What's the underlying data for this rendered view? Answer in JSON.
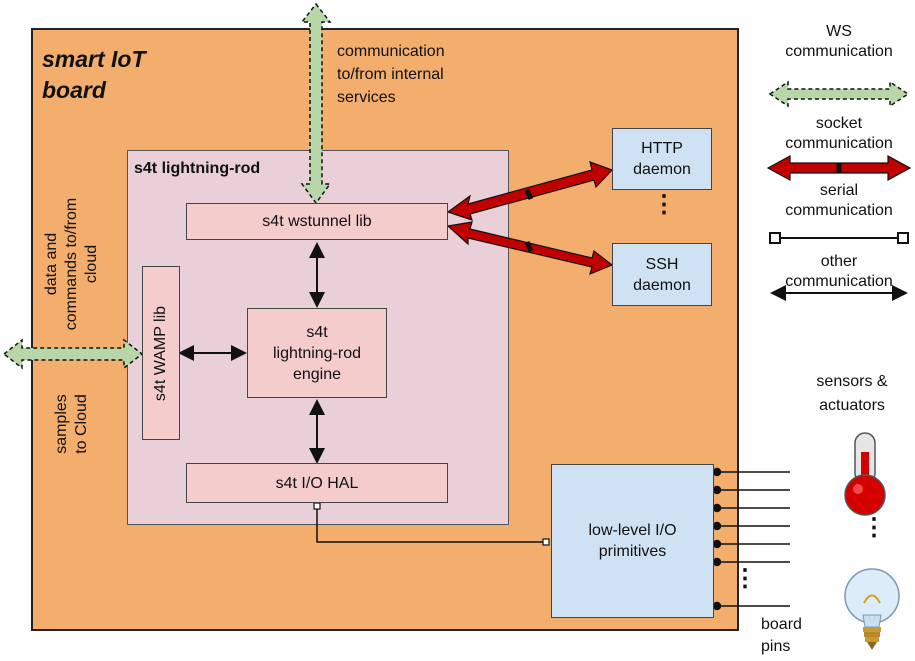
{
  "board": {
    "title_line1": "smart IoT",
    "title_line2": "board"
  },
  "lightning_rod": {
    "title": "s4t lightning-rod"
  },
  "components": {
    "wstunnel": "s4t wstunnel lib",
    "wamp": "s4t WAMP lib",
    "engine_line1": "s4t",
    "engine_line2": "lightning-rod",
    "engine_line3": "engine",
    "io_hal": "s4t I/O HAL",
    "http_line1": "HTTP",
    "http_line2": "daemon",
    "ssh_line1": "SSH",
    "ssh_line2": "daemon",
    "daemon_ellipsis": "⋮",
    "lowlevel_line1": "low-level I/O",
    "lowlevel_line2": "primitives"
  },
  "annotations": {
    "internal_line1": "communication",
    "internal_line2": "to/from internal",
    "internal_line3": "services",
    "cloud_cmd_line1": "data and",
    "cloud_cmd_line2": "commands to/from",
    "cloud_cmd_line3": "cloud",
    "samples_line1": "samples",
    "samples_line2": "to Cloud",
    "sensors_line1": "sensors &",
    "sensors_line2": "actuators",
    "pins_line1": "board",
    "pins_line2": "pins",
    "pins_ellipsis": "⋮",
    "sensors_ellipsis": "⋮"
  },
  "legend": {
    "ws_line1": "WS",
    "ws_line2": "communication",
    "socket_line1": "socket",
    "socket_line2": "communication",
    "serial_line1": "serial",
    "serial_line2": "communication",
    "other_line1": "other",
    "other_line2": "communication"
  },
  "colors": {
    "board": "#f3ae6e",
    "lightning_rod": "#e8cfd8",
    "component_pink": "#f4cccc",
    "component_blue": "#cfe2f3",
    "ws_arrow": "#b7d7a8",
    "socket_arrow": "#c00000"
  }
}
